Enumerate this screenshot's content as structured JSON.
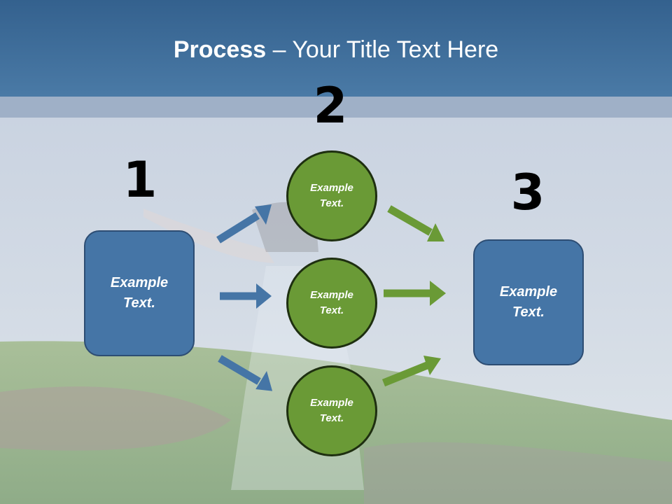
{
  "slide": {
    "title_bold": "Process",
    "title_rest": " – Your Title Text Here"
  },
  "steps": {
    "one": "1",
    "two": "2",
    "three": "3"
  },
  "left_box": {
    "label_line1": "Example",
    "label_line2": "Text."
  },
  "right_box": {
    "label_line1": "Example",
    "label_line2": "Text."
  },
  "circles": [
    {
      "label_line1": "Example",
      "label_line2": "Text."
    },
    {
      "label_line1": "Example",
      "label_line2": "Text."
    },
    {
      "label_line1": "Example",
      "label_line2": "Text."
    }
  ],
  "colors": {
    "header": "#3f6d9a",
    "box_fill": "#4575a6",
    "circle_fill": "#6a9a36",
    "blue_arrow": "#4575a6",
    "green_arrow": "#6a9a36"
  },
  "icons": {
    "background": "woman-in-field-photo"
  }
}
